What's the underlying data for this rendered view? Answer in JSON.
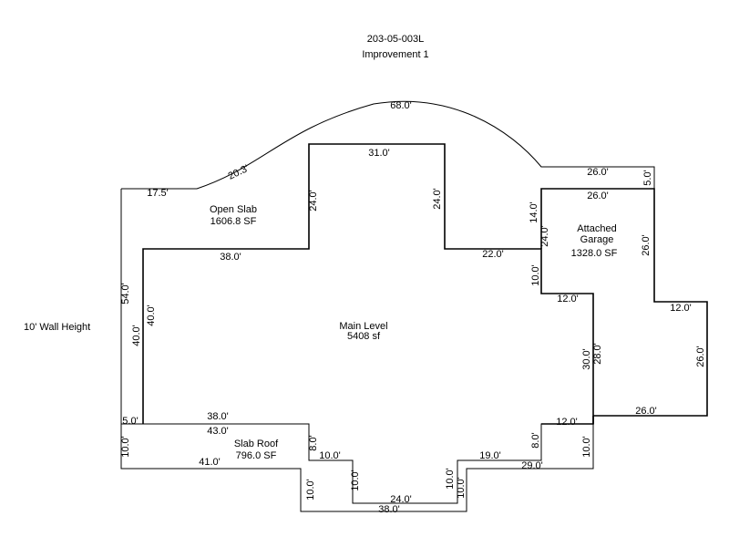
{
  "header": {
    "parcel_id": "203-05-003L",
    "improvement": "Improvement 1"
  },
  "side_note": "10' Wall Height",
  "areas": {
    "open_slab": {
      "name": "Open Slab",
      "size": "1606.8 SF"
    },
    "main_level": {
      "name": "Main Level",
      "size": "5408 sf"
    },
    "garage": {
      "name_line1": "Attached",
      "name_line2": "Garage",
      "size": "1328.0 SF"
    },
    "slab_roof": {
      "name": "Slab Roof",
      "size": "796.0 SF"
    }
  },
  "dimensions": {
    "arc_top": "68.0'",
    "arc_left": "20.3'",
    "open_top_left": "17.5'",
    "open_left": "54.0'",
    "open_bottom_left": "5.0'",
    "main_top": "31.0'",
    "main_top_left_side": "24.0'",
    "main_top_right_side": "24.0'",
    "main_left_upper": "38.0'",
    "main_left": "40.0'",
    "main_right_step": "22.0'",
    "main_right_upper": "10.0'",
    "main_right_step2": "12.0'",
    "main_right_lower": "30.0'",
    "main_bottom_right_step": "12.0'",
    "main_bottom_left": "38.0'",
    "garage_outer_top": "26.0'",
    "garage_outer_right": "5.0'",
    "garage_top": "26.0'",
    "garage_left_upper": "14.0'",
    "garage_left_inner": "24.0'",
    "garage_right": "26.0'",
    "garage_step": "12.0'",
    "garage_right_lower": "26.0'",
    "garage_left_lower": "28.0'",
    "garage_bottom": "26.0'",
    "slab_top": "43.0'",
    "slab_left": "10.0'",
    "slab_bottom_left": "41.0'",
    "slab_inner_left": "8.0'",
    "slab_step_left": "10.0'",
    "slab_step_left_down": "10.0'",
    "slab_outer_left_down": "10.0'",
    "slab_inner_bottom": "24.0'",
    "slab_outer_bottom": "38.0'",
    "slab_step_right_down": "10.0'",
    "slab_outer_right_down": "10.0'",
    "slab_step_right": "19.0'",
    "slab_inner_right": "8.0'",
    "slab_bottom_right": "29.0'",
    "slab_right": "10.0'"
  }
}
